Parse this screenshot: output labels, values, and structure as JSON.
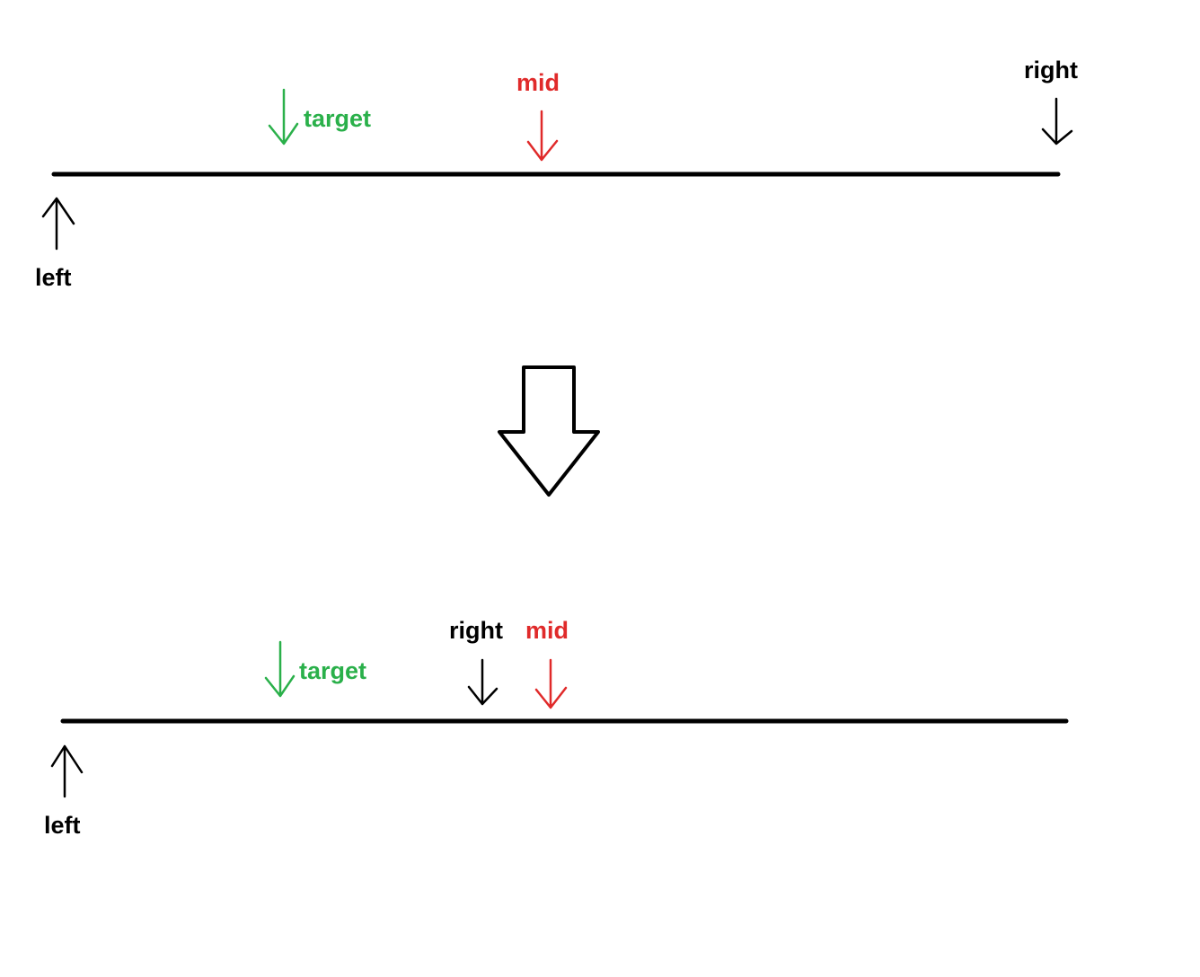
{
  "colors": {
    "pointer": "#000000",
    "mid": "#e02a2a",
    "target": "#2ab04a",
    "background": "#ffffff"
  },
  "before": {
    "left_label": "left",
    "right_label": "right",
    "mid_label": "mid",
    "target_label": "target"
  },
  "transition": {
    "icon": "down-block-arrow-icon"
  },
  "after": {
    "left_label": "left",
    "right_label": "right",
    "mid_label": "mid",
    "target_label": "target"
  }
}
